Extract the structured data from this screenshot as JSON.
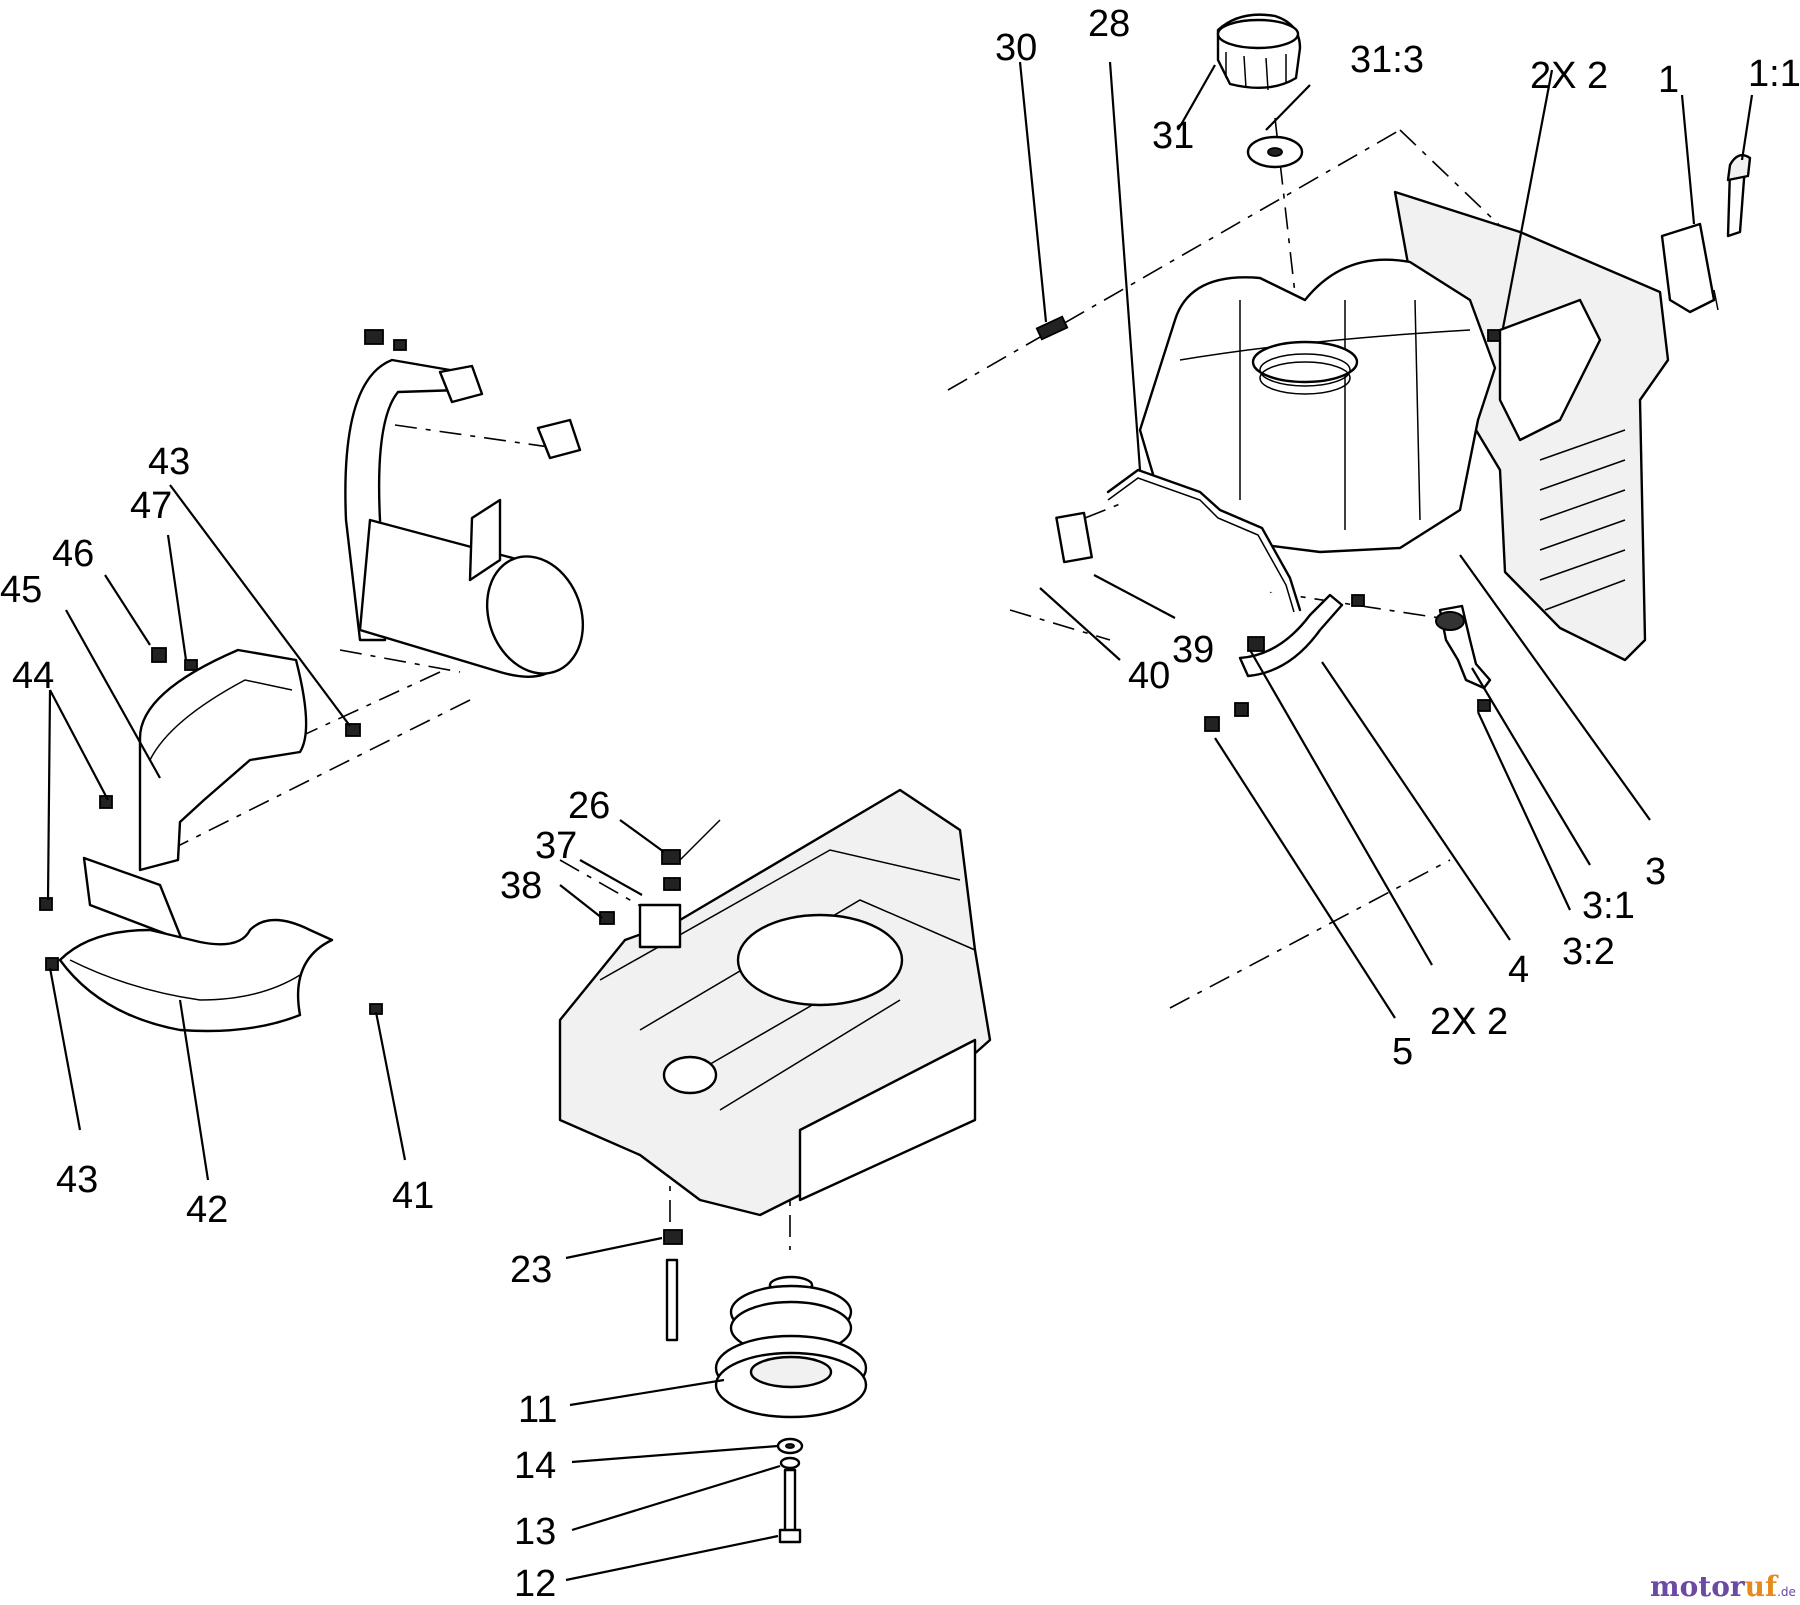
{
  "callouts": {
    "c30": "30",
    "c28": "28",
    "c31": "31",
    "c31_3": "31:3",
    "c2x2a": "2X 2",
    "c1": "1",
    "c1_1": "1:1",
    "c43a": "43",
    "c47": "47",
    "c46": "46",
    "c45": "45",
    "c44": "44",
    "c43b": "43",
    "c42": "42",
    "c41": "41",
    "c26": "26",
    "c37": "37",
    "c38": "38",
    "c40": "40",
    "c39": "39",
    "c3": "3",
    "c3_1": "3:1",
    "c3_2": "3:2",
    "c4": "4",
    "c2x2b": "2X 2",
    "c5": "5",
    "c23": "23",
    "c11": "11",
    "c14": "14",
    "c13": "13",
    "c12": "12"
  },
  "watermark": {
    "brand_a": "motor",
    "brand_b": "uf",
    "suffix": ".de"
  }
}
